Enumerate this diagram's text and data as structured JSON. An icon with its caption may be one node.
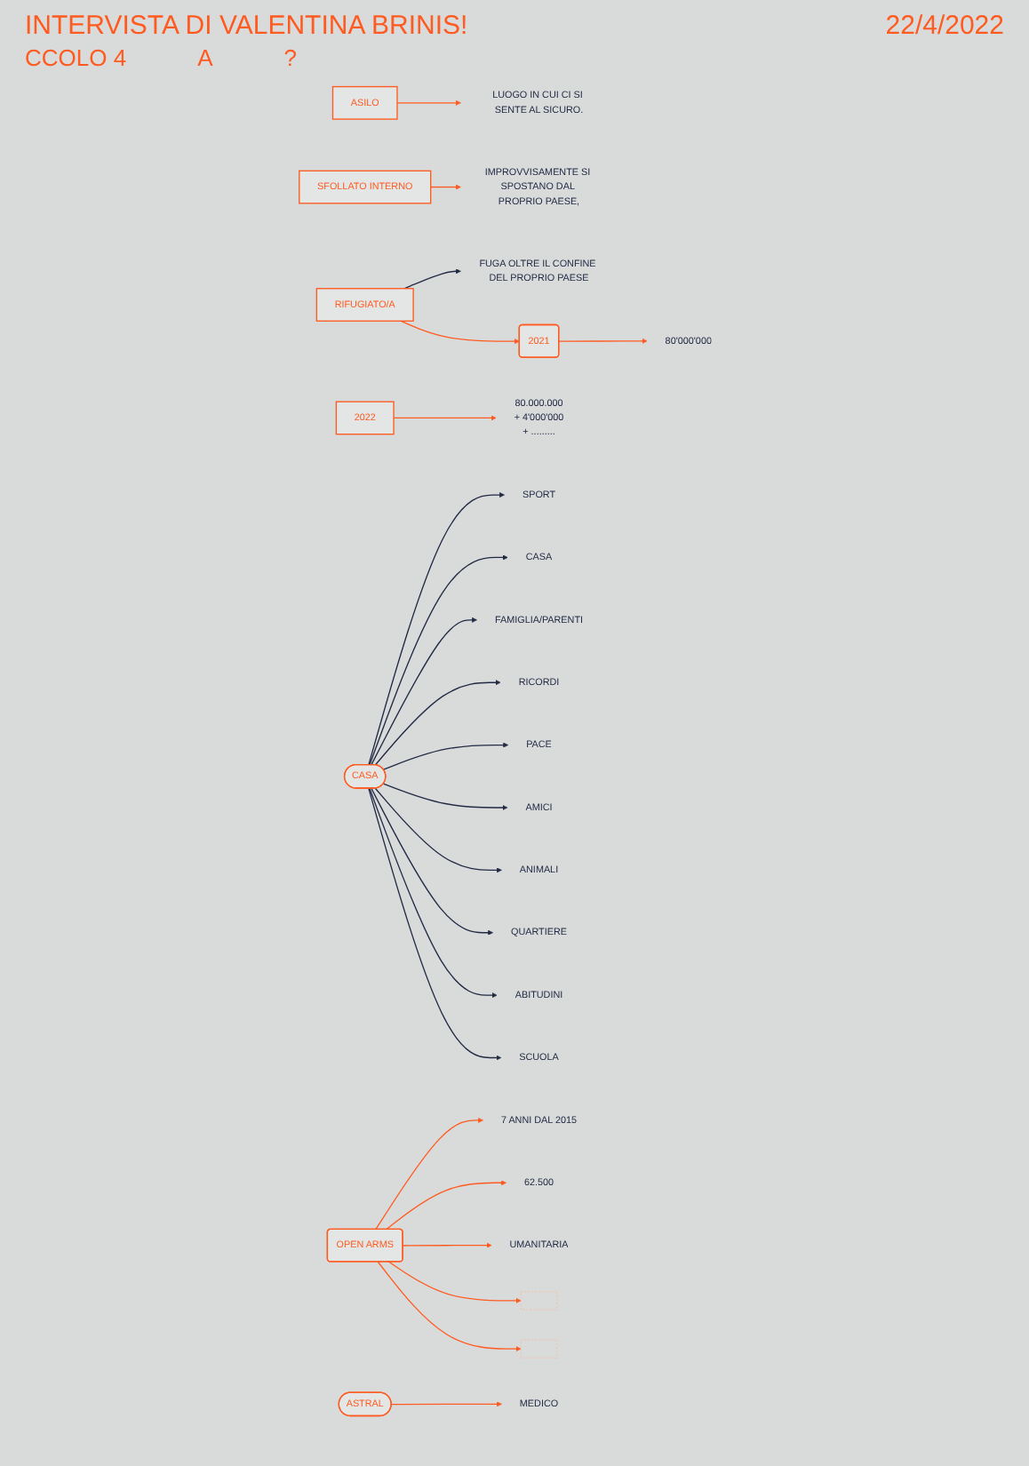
{
  "diagram": {
    "title": "INTERVISTA DI VALENTINA BRINIS!",
    "nodes": [
      {
        "text": [
          "ASILO"
        ]
      },
      {
        "text": [
          "LUOGO IN CUI CI SI SENTE AL SICURO."
        ]
      },
      {
        "text": [
          "SFOLLATO INTERNO"
        ]
      },
      {
        "text": [
          "IMPROVVISAMENTE SI SPOSTANO DAL PROPRIO PAESE,"
        ]
      },
      {
        "text": [
          "RIFUGIATO/A"
        ]
      },
      {
        "text": [
          "FUGA OLTRE IL CONFINE DEL PROPRIO PAESE"
        ]
      },
      {
        "text": [
          "2021"
        ]
      },
      {
        "text": [
          "80'000'000"
        ]
      },
      {
        "text": [
          "2022"
        ]
      },
      {
        "text": [
          "80.000.000",
          "+ 4'000'000",
          "+ ........."
        ]
      },
      {
        "text": [
          "CASA"
        ]
      },
      {
        "text": [
          "SPORT"
        ]
      },
      {
        "text": [
          "CASA"
        ]
      },
      {
        "text": [
          "FAMIGLIA/PARENTI"
        ]
      },
      {
        "text": [
          "RICORDI"
        ]
      },
      {
        "text": [
          "PACE"
        ]
      },
      {
        "text": [
          "AMICI"
        ]
      },
      {
        "text": [
          "ANIMALI"
        ]
      },
      {
        "text": [
          "QUARTIERE"
        ]
      },
      {
        "text": [
          "ABITUDINI"
        ]
      },
      {
        "text": [
          "SCUOLA"
        ]
      },
      {
        "text": [
          "OPEN ARMS"
        ]
      },
      {
        "text": [
          "7 ANNI DAL 2015"
        ]
      },
      {
        "text": [
          "62.500"
        ]
      },
      {
        "text": [
          "UMANITARIA"
        ]
      },
      {
        "text": [],
        "shape": "box"
      },
      {
        "text": [],
        "shape": "box"
      },
      {
        "text": [
          "ASTRAL"
        ]
      },
      {
        "text": [
          "MEDICO"
        ]
      }
    ],
    "edges": [
      {
        "from": 0,
        "to": 1,
        "arrow": "to",
        "color": "#ff5a1f"
      },
      {
        "from": 2,
        "to": 3,
        "arrow": "to",
        "color": "#ff5a1f"
      },
      {
        "from": 4,
        "to": 5,
        "arrow": "to",
        "color": "#222a44"
      },
      {
        "from": 4,
        "to": 6,
        "arrow": "to",
        "color": "#ff5a1f"
      },
      {
        "from": 6,
        "to": 7,
        "arrow": "to",
        "color": "#ff5a1f"
      },
      {
        "from": 8,
        "to": 9,
        "arrow": "to",
        "color": "#ff5a1f"
      },
      {
        "from": 10,
        "to": 11,
        "arrow": "to",
        "color": "#222a44"
      },
      {
        "from": 10,
        "to": 12,
        "arrow": "to",
        "color": "#222a44"
      },
      {
        "from": 10,
        "to": 13,
        "arrow": "to",
        "color": "#222a44"
      },
      {
        "from": 10,
        "to": 14,
        "arrow": "to",
        "color": "#222a44"
      },
      {
        "from": 10,
        "to": 15,
        "arrow": "to",
        "color": "#222a44"
      },
      {
        "from": 10,
        "to": 16,
        "arrow": "to",
        "color": "#222a44"
      },
      {
        "from": 10,
        "to": 17,
        "arrow": "to",
        "color": "#222a44"
      },
      {
        "from": 10,
        "to": 18,
        "arrow": "to",
        "color": "#222a44"
      },
      {
        "from": 10,
        "to": 19,
        "arrow": "to",
        "color": "#222a44"
      },
      {
        "from": 10,
        "to": 20,
        "arrow": "to",
        "color": "#222a44"
      },
      {
        "from": 21,
        "to": 22,
        "arrow": "to",
        "color": "#ff5a1f"
      },
      {
        "from": 21,
        "to": 23,
        "arrow": "to",
        "color": "#ff5a1f"
      },
      {
        "from": 21,
        "to": 24,
        "arrow": "to",
        "color": "#ff5a1f"
      },
      {
        "from": 21,
        "to": 25,
        "arrow": "to",
        "color": "#ff5a1f"
      },
      {
        "from": 21,
        "to": 26,
        "arrow": "to",
        "color": "#ff5a1f"
      },
      {
        "from": 27,
        "to": 28,
        "arrow": "to",
        "color": "#ff5a1f"
      }
    ],
    "labels": [
      "22/4/2022",
      "CCOLO 4",
      "A",
      "?"
    ]
  }
}
